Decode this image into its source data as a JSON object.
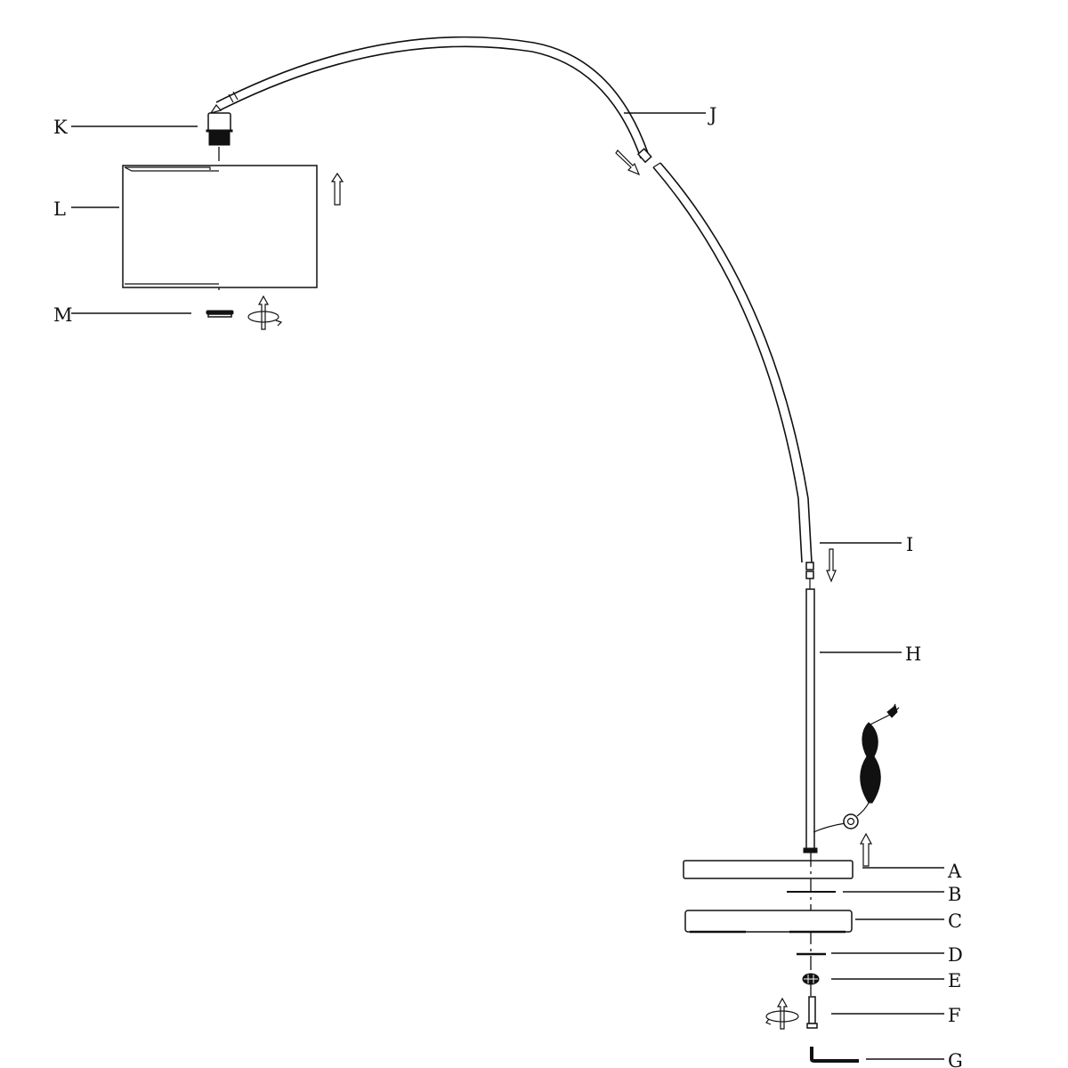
{
  "diagram": {
    "title": "Arc floor lamp assembly diagram",
    "background": "#ffffff",
    "line_color": "#111111",
    "parts": [
      {
        "id": "A",
        "label": "A",
        "description": "upper base plate"
      },
      {
        "id": "B",
        "label": "B",
        "description": "washer"
      },
      {
        "id": "C",
        "label": "C",
        "description": "weighted base"
      },
      {
        "id": "D",
        "label": "D",
        "description": "washer"
      },
      {
        "id": "E",
        "label": "E",
        "description": "lock washer"
      },
      {
        "id": "F",
        "label": "F",
        "description": "bolt"
      },
      {
        "id": "G",
        "label": "G",
        "description": "allen key"
      },
      {
        "id": "H",
        "label": "H",
        "description": "lower vertical pole with cord"
      },
      {
        "id": "I",
        "label": "I",
        "description": "lower arc section"
      },
      {
        "id": "J",
        "label": "J",
        "description": "upper arc section"
      },
      {
        "id": "K",
        "label": "K",
        "description": "lamp socket"
      },
      {
        "id": "L",
        "label": "L",
        "description": "drum lampshade"
      },
      {
        "id": "M",
        "label": "M",
        "description": "shade ring"
      }
    ],
    "arrows": [
      {
        "name": "shade-up-arrow",
        "direction": "up"
      },
      {
        "name": "ring-twist-arrow",
        "direction": "rotate-up"
      },
      {
        "name": "arc-join-arrow",
        "direction": "down-right"
      },
      {
        "name": "arc-insert-arrow",
        "direction": "down"
      },
      {
        "name": "pole-up-arrow",
        "direction": "up"
      },
      {
        "name": "bolt-twist-arrow",
        "direction": "rotate-up"
      }
    ]
  }
}
